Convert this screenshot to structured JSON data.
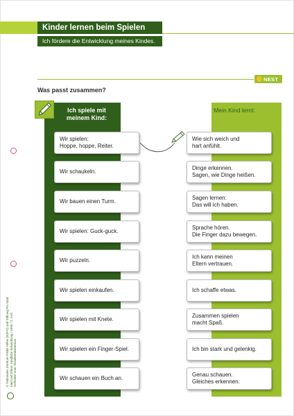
{
  "header": {
    "title": "Kinder lernen beim Spielen",
    "subtitle": "Ich fördere die Entwicklung meines Kindes."
  },
  "logo": {
    "text": "NEST"
  },
  "question": "Was passt zusammen?",
  "left_column": {
    "heading": "Ich spiele mit\nmeinem Kind:",
    "items": [
      "Wir spielen:\nHoppe, hoppe, Reiter.",
      "Wir schaukeln.",
      "Wir bauen einen Turm.",
      "Wir spielen: Guck-guck.",
      "Wir puzzeln.",
      "Wir spielen einkaufen.",
      "Wir spielen mit Knete.",
      "Wir spielen ein Finger-Spiel.",
      "Wir schauen ein Buch an."
    ]
  },
  "right_column": {
    "heading": "Mein Kind lernt:",
    "items": [
      "Wie sich weich und\nhart anfühlt.",
      "Dinge erkennen.\nSagen, wie Dinge heißen.",
      "Sagen lernen:\nDas will ich haben.",
      "Sprache hören.\nDie Finger dazu bewegen.",
      "Ich kann meinen\nEltern vertrauen.",
      "Ich schaffe etwas.",
      "Zusammen spielen\nmacht Spaß.",
      "Ich bin stark und gelenkig.",
      "Genau schauen.\nGleiches erkennen."
    ]
  },
  "sidebar": {
    "text": "© Nationales Zentrum Frühe Hilfen (NZFH) und Stiftung Pro Kind\nKind und Eltern: Kindliche Entwicklung / 1606 / 2. Aufl.\nGefördert vom: Bundesministerium"
  },
  "colors": {
    "dark_green": "#2f5f1b",
    "light_green": "#9bbf2f",
    "accent_yellow": "#f0c21b",
    "hole_pink": "#d9527a"
  },
  "icons": [
    "pencil-icon",
    "nest-logo-icon"
  ]
}
